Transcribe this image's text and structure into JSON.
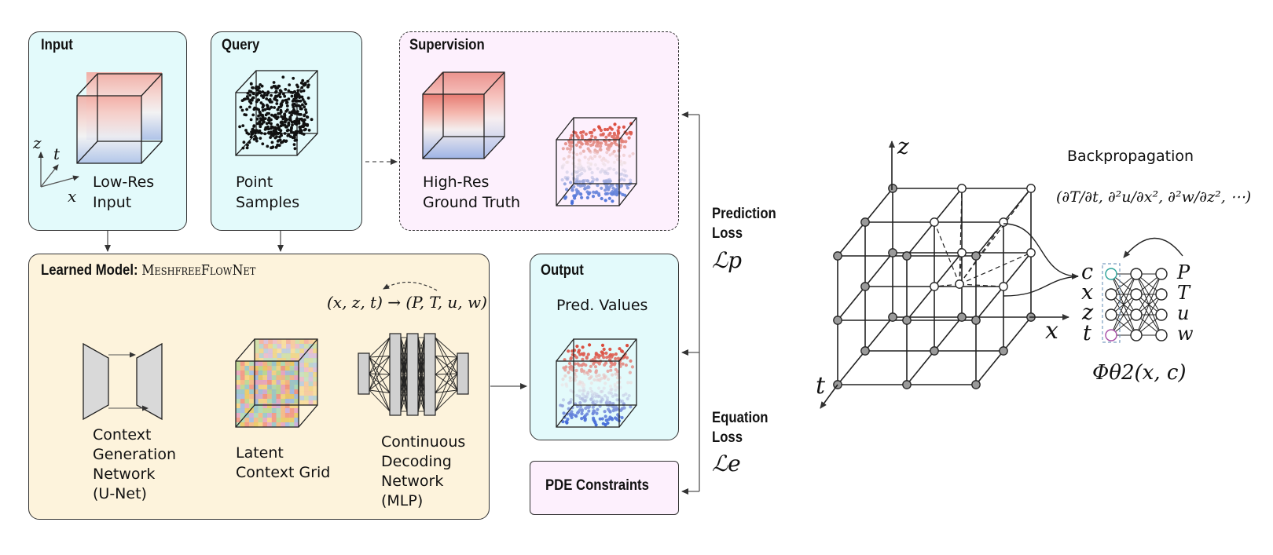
{
  "boxes": {
    "input": {
      "title": "Input",
      "label": [
        "Low-Res",
        "Input"
      ]
    },
    "query": {
      "title": "Query",
      "label": [
        "Point",
        "Samples"
      ]
    },
    "supervision": {
      "title": "Supervision",
      "label": [
        "High-Res",
        "Ground Truth"
      ]
    },
    "model": {
      "title_prefix": "Learned Model:",
      "title_name": "MeshfreeFlowNet",
      "mapping": "(x, z, t) → (P, T, u, w)",
      "context_label": [
        "Context",
        "Generation",
        "Network",
        "(U-Net)"
      ],
      "latent_label": [
        "Latent",
        "Context Grid"
      ],
      "decoder_label": [
        "Continuous",
        "Decoding",
        "Network",
        "(MLP)"
      ]
    },
    "output": {
      "title": "Output",
      "label": "Pred. Values"
    },
    "pde": {
      "title": "PDE Constraints"
    }
  },
  "losses": {
    "prediction": {
      "label": [
        "Prediction",
        "Loss"
      ],
      "symbol": "ℒp"
    },
    "equation": {
      "label": [
        "Equation",
        "Loss"
      ],
      "symbol": "ℒe"
    }
  },
  "axes_small": {
    "z": "z",
    "t": "t",
    "x": "x"
  },
  "grid_axes": {
    "z": "z",
    "x": "x",
    "t": "t"
  },
  "backprop": {
    "label": "Backpropagation",
    "terms": "(∂T/∂t, ∂²u/∂x², ∂²w/∂z², ⋯)"
  },
  "mlp_inputs": [
    "c",
    "x",
    "z",
    "t"
  ],
  "mlp_outputs": [
    "P",
    "T",
    "u",
    "w"
  ],
  "phi": "Φθ2(x, c)",
  "colors": {
    "input_fill": "#e3fafb",
    "supervision_fill": "#fdf0fd",
    "model_fill": "#fdf3dc",
    "pde_fill": "#fdf0fd",
    "red": "#d7301f",
    "blue": "#2c5bd6"
  }
}
